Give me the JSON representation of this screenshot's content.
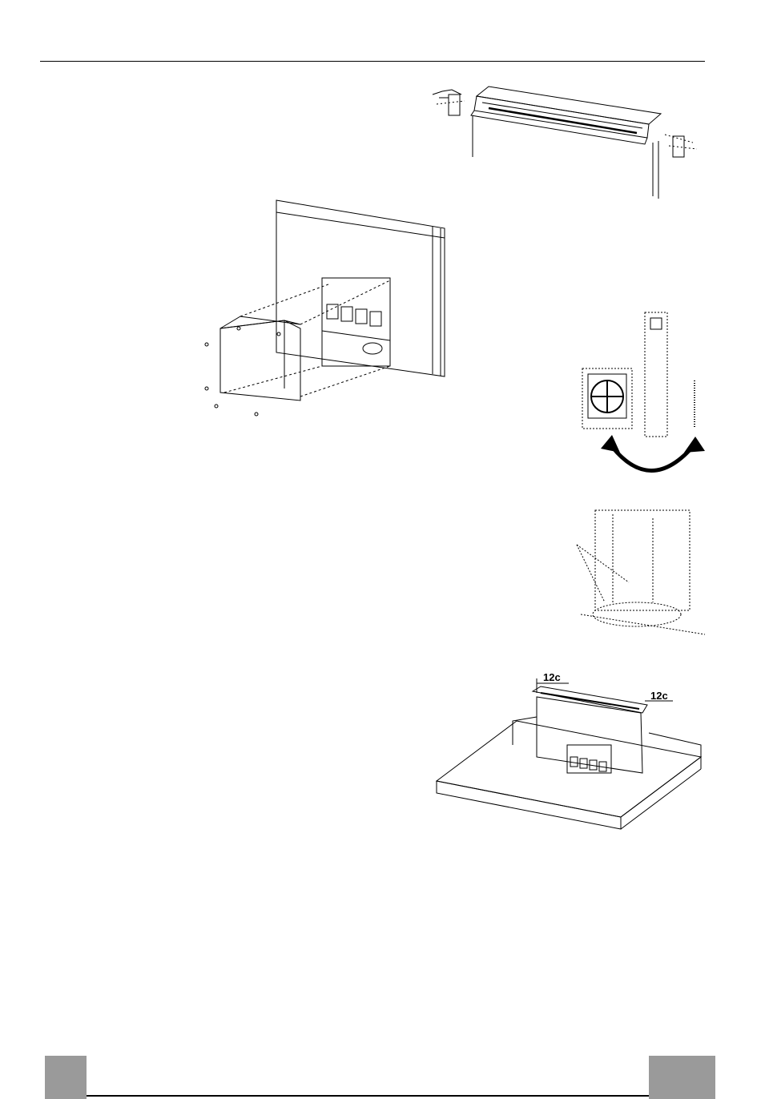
{
  "figures": {
    "top_mount": {
      "icon": "hood-top-bracket-mounting"
    },
    "exploded_motor": {
      "icon": "motor-box-exploded-assembly"
    },
    "filter_parts": {
      "icon": "filter-and-duct-parts"
    },
    "motor_detail": {
      "icon": "motor-detail-callout"
    },
    "countertop": {
      "icon": "countertop-installation",
      "dim_left": "12c",
      "dim_right": "12c"
    }
  },
  "footer": {
    "left_tab_color": "#9a9a9a",
    "right_tab_color": "#9a9a9a"
  }
}
